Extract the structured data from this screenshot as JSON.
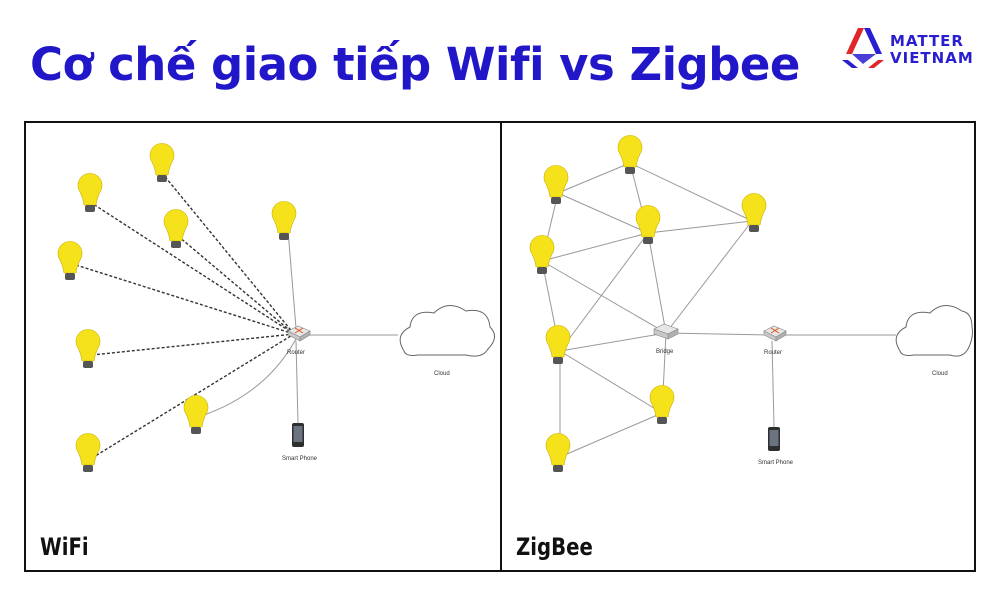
{
  "header": {
    "title": "Cơ chế giao tiếp Wifi vs Zigbee"
  },
  "logo": {
    "line1": "MATTER",
    "line2": "VIETNAM",
    "colors": {
      "blue": "#2a1fd0",
      "red": "#e0262b"
    }
  },
  "colors": {
    "title": "#2117c9",
    "bulb": "#f5e21a",
    "bulb_base": "#555555",
    "link": "#999999",
    "border": "#111111"
  },
  "wifi_panel": {
    "label": "WiFi",
    "router_label": "Router",
    "cloud_label": "Cloud",
    "phone_label": "Smart Phone"
  },
  "zigbee_panel": {
    "label": "ZigBee",
    "bridge_label": "Bridge",
    "router_label": "Router",
    "cloud_label": "Cloud",
    "phone_label": "Smart Phone"
  }
}
